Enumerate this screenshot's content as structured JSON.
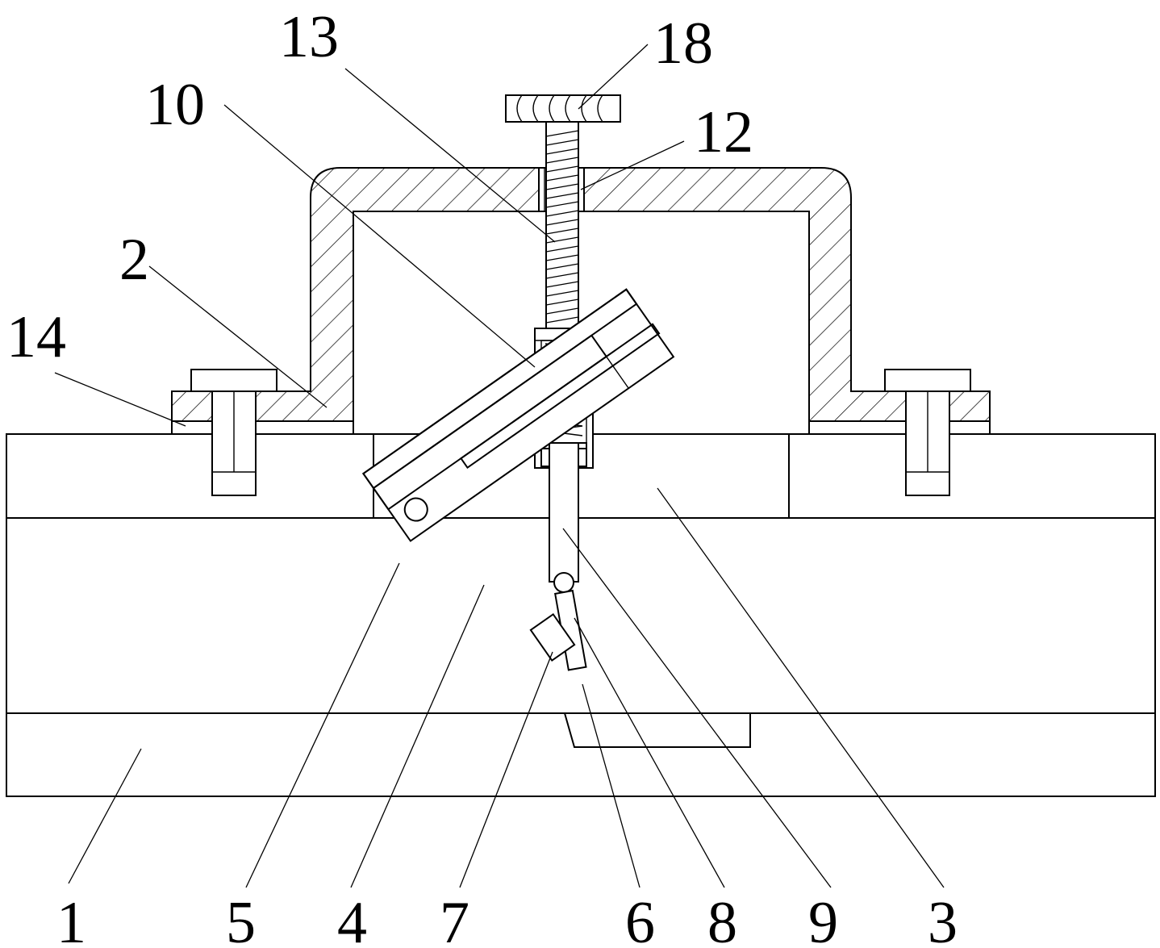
{
  "figure": {
    "labels": {
      "l1": "1",
      "l2": "2",
      "l3": "3",
      "l4": "4",
      "l5": "5",
      "l6": "6",
      "l7": "7",
      "l8": "8",
      "l9": "9",
      "l10": "10",
      "l12": "12",
      "l13": "13",
      "l14": "14",
      "l18": "18"
    }
  }
}
